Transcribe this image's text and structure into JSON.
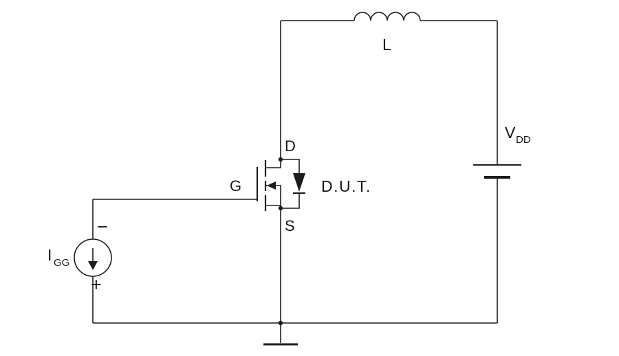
{
  "figure": {
    "type": "circuit-schematic",
    "labels": {
      "inductor": "L",
      "supply": {
        "symbol": "V",
        "subscript": "DD"
      },
      "gate_current_source": {
        "symbol": "I",
        "subscript": "GG",
        "polarity_top": "−",
        "polarity_bottom": "+"
      },
      "mosfet": {
        "drain": "D",
        "gate": "G",
        "source": "S"
      },
      "dut": "D.U.T."
    },
    "colors": {
      "line": "#1c1c1c",
      "background": "#ffffff"
    }
  }
}
